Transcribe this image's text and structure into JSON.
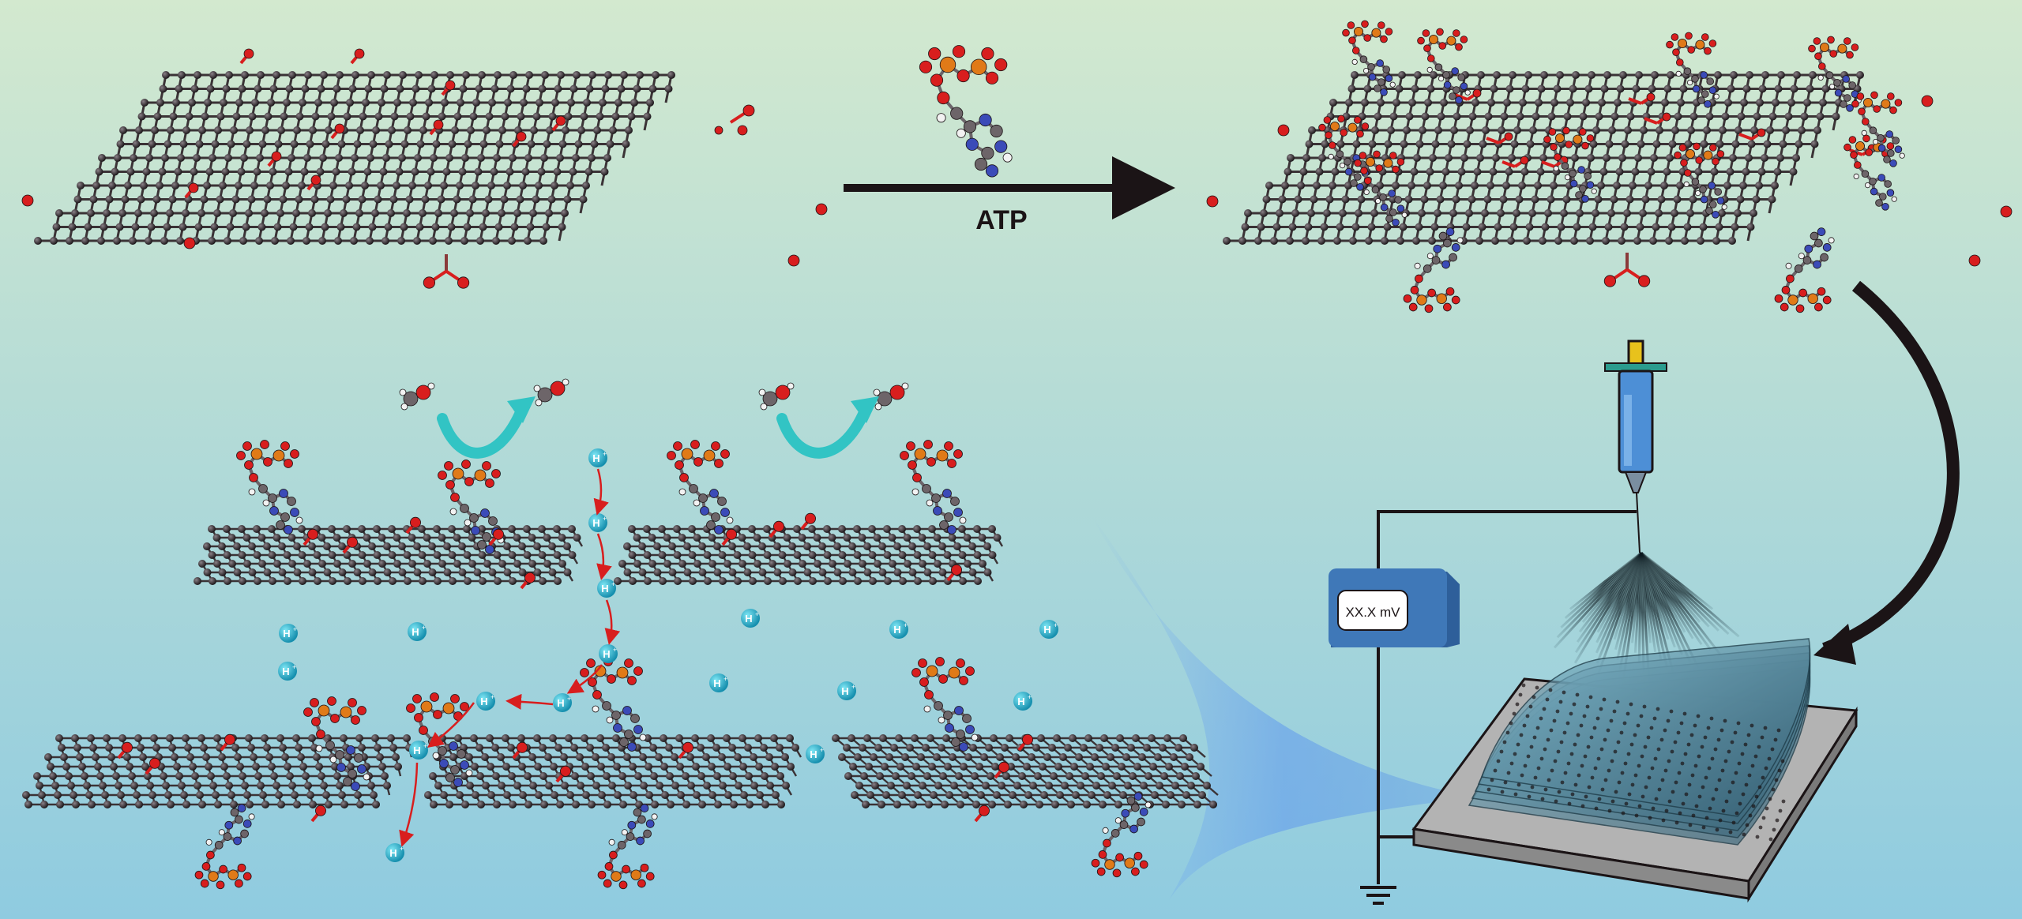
{
  "reaction": {
    "label": "ATP"
  },
  "meter": {
    "reading": "XX.X  mV"
  },
  "proton": {
    "symbol": "H",
    "charge": "+"
  },
  "colors": {
    "bg_top": "#d3e9cf",
    "bg_bottom": "#8fcbe0",
    "carbon": "#2a2226",
    "bond": "#3b3336",
    "oxygen": "#d81e1e",
    "phosphorus": "#e07a18",
    "nitrogen": "#3b4bb8",
    "hydrogen": "#f2f2f2",
    "proton": "#2bb0cf",
    "arrow_dark": "#1b1416",
    "arrow_teal": "#32c4c4",
    "device_blue": "#3f78b8",
    "syringe_blue": "#4d8fd6",
    "substrate": "#a6a6a6"
  }
}
